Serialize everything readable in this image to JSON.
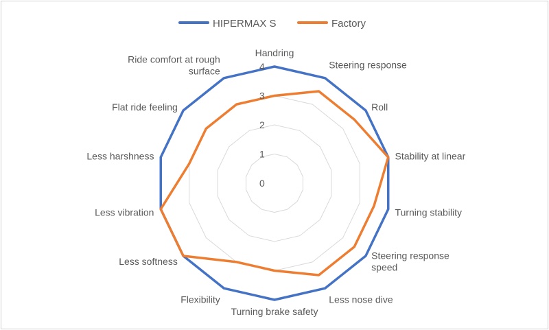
{
  "chart_data": {
    "type": "radar",
    "title": "",
    "axes": [
      [
        "Handring"
      ],
      [
        "Steering response"
      ],
      [
        "Roll"
      ],
      [
        "Stability at linear"
      ],
      [
        "Turning stability"
      ],
      [
        "Steering response",
        "speed"
      ],
      [
        "Less nose dive"
      ],
      [
        "Turning brake safety"
      ],
      [
        "Flexibility"
      ],
      [
        "Less softness"
      ],
      [
        "Less vibration"
      ],
      [
        "Less harshness"
      ],
      [
        "Flat ride feeling"
      ],
      [
        "Ride comfort at rough",
        "surface"
      ]
    ],
    "radial_ticks": [
      "0",
      "1",
      "2",
      "3",
      "4"
    ],
    "rmin": 0,
    "rmax": 4,
    "grid": true,
    "legend_position": "top",
    "series": [
      {
        "name": "HIPERMAX S",
        "color": "#4472c4",
        "values": [
          4.0,
          4.0,
          4.0,
          4.0,
          4.0,
          4.0,
          4.0,
          4.0,
          4.0,
          4.0,
          4.0,
          4.0,
          4.0,
          4.0
        ]
      },
      {
        "name": "Factory",
        "color": "#ed7d31",
        "values": [
          3.0,
          3.5,
          3.5,
          4.0,
          3.5,
          3.5,
          3.5,
          3.0,
          3.0,
          4.0,
          4.0,
          3.0,
          3.0,
          3.0
        ]
      }
    ]
  }
}
